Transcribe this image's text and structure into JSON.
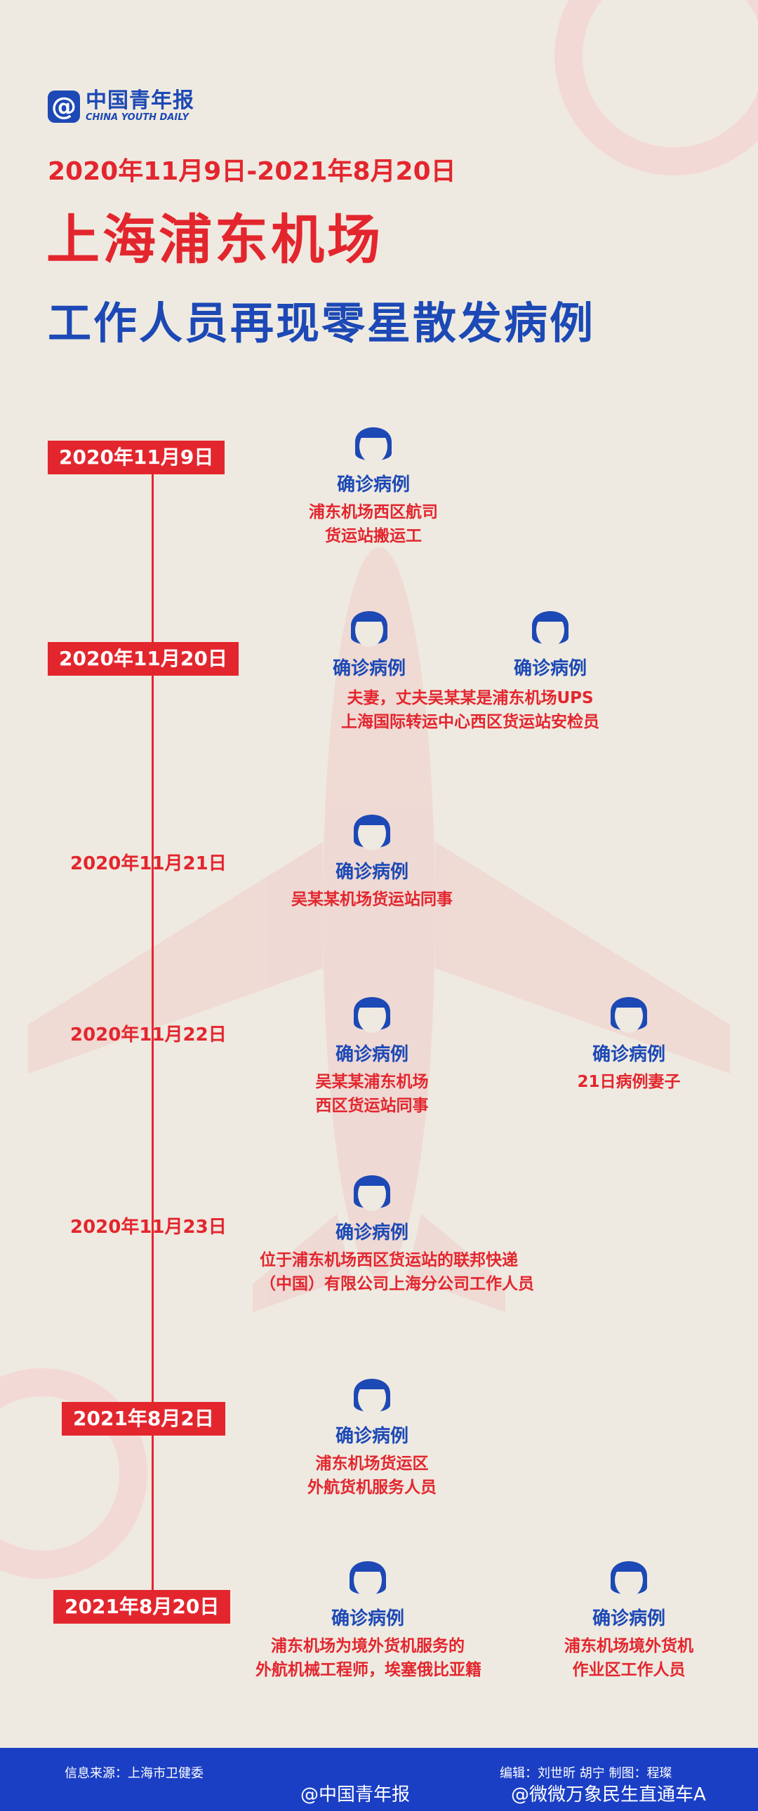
{
  "header": {
    "logo_mark": "@",
    "logo_cn": "中国青年报",
    "logo_en": "CHINA YOUTH DAILY",
    "date_range": "2020年11月9日-2021年8月20日",
    "title_line1": "上海浦东机场",
    "title_line2": "工作人员再现零星散发病例"
  },
  "timeline": [
    {
      "date": "2020年11月9日",
      "cases": [
        {
          "title": "确诊病例",
          "desc1": "浦东机场西区航司",
          "desc2": "货运站搬运工"
        }
      ]
    },
    {
      "date": "2020年11月20日",
      "cases": [
        {
          "title": "确诊病例"
        },
        {
          "title": "确诊病例"
        }
      ],
      "shared_desc1": "夫妻，丈夫吴某某是浦东机场UPS",
      "shared_desc2": "上海国际转运中心西区货运站安检员"
    },
    {
      "date": "2020年11月21日",
      "cases": [
        {
          "title": "确诊病例",
          "desc1": "吴某某机场货运站同事"
        }
      ]
    },
    {
      "date": "2020年11月22日",
      "cases": [
        {
          "title": "确诊病例",
          "desc1": "吴某某浦东机场",
          "desc2": "西区货运站同事"
        },
        {
          "title": "确诊病例",
          "desc1": "21日病例妻子"
        }
      ]
    },
    {
      "date": "2020年11月23日",
      "cases": [
        {
          "title": "确诊病例",
          "desc1": "位于浦东机场西区货运站的联邦快递",
          "desc2": "（中国）有限公司上海分公司工作人员"
        }
      ]
    },
    {
      "date": "2021年8月2日",
      "cases": [
        {
          "title": "确诊病例",
          "desc1": "浦东机场货运区",
          "desc2": "外航货机服务人员"
        }
      ]
    },
    {
      "date": "2021年8月20日",
      "cases": [
        {
          "title": "确诊病例",
          "desc1": "浦东机场为境外货机服务的",
          "desc2": "外航机械工程师，埃塞俄比亚籍"
        },
        {
          "title": "确诊病例",
          "desc1": "浦东机场境外货机",
          "desc2": "作业区工作人员"
        }
      ]
    }
  ],
  "footer": {
    "source": "信息来源：上海市卫健委",
    "editors": "编辑：刘世昕 胡宁   制图：程璨",
    "watermark1": "@中国青年报",
    "watermark2": "@微微万象民生直通车A"
  },
  "colors": {
    "red": "#e3262e",
    "blue": "#1c49b5",
    "background": "#efeae1"
  }
}
